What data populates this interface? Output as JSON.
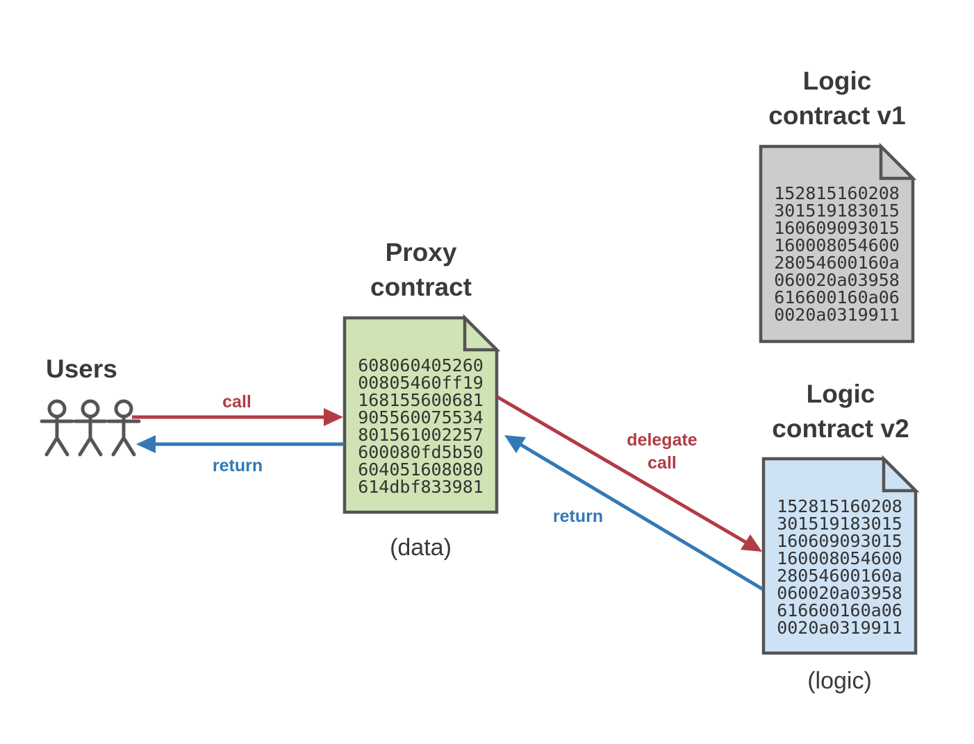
{
  "colors": {
    "red": "#b23b45",
    "blue": "#3379b5",
    "outline": "#545454",
    "figure": "#555555",
    "proxy_fill": "#d0e3b4",
    "logic_v1_fill": "#cccccc",
    "logic_v2_fill": "#cde2f4",
    "text": "#3a3a3a"
  },
  "users": {
    "label": "Users"
  },
  "proxy": {
    "title": "Proxy\ncontract",
    "caption": "(data)",
    "code_lines": [
      "608060405260",
      "00805460ff19",
      "168155600681",
      "905560075534",
      "801561002257",
      "600080fd5b50",
      "604051608080",
      "614dbf833981"
    ]
  },
  "logic_v1": {
    "title": "Logic\ncontract v1",
    "code_lines": [
      "152815160208",
      "301519183015",
      "160609093015",
      "160008054600",
      "28054600160a",
      "060020a03958",
      "616600160a06",
      "0020a0319911"
    ]
  },
  "logic_v2": {
    "title": "Logic\ncontract v2",
    "caption": "(logic)",
    "code_lines": [
      "152815160208",
      "301519183015",
      "160609093015",
      "160008054600",
      "28054600160a",
      "060020a03958",
      "616600160a06",
      "0020a0319911"
    ]
  },
  "edges": {
    "call": {
      "label": "call"
    },
    "return_to_users": {
      "label": "return"
    },
    "delegate_call": {
      "label": "delegate\ncall"
    },
    "return_to_proxy": {
      "label": "return"
    }
  }
}
